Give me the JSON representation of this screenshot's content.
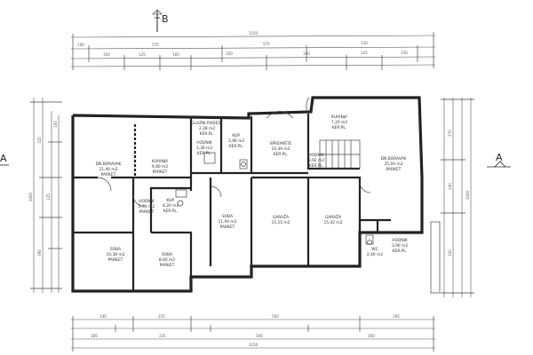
{
  "section_marks": {
    "b": "B",
    "a": "A"
  },
  "rooms": [
    {
      "id": "dnevni-left",
      "name": "DN.BORAVAK",
      "area": "21,40 m2",
      "floor": "PARKET"
    },
    {
      "id": "kuhinja-left",
      "name": "KUHINJA",
      "area": "9,80 m2",
      "floor": "PARKET"
    },
    {
      "id": "glazni-podest",
      "name": "GLAZNI PODEST",
      "area": "2,28 m2",
      "floor": "KER.PL."
    },
    {
      "id": "hodnik-top",
      "name": "HODNIK",
      "area": "3,30 m2",
      "floor": "KER.PL."
    },
    {
      "id": "kup-top",
      "name": "KUP.",
      "area": "3,96 m2",
      "floor": "KER.PL."
    },
    {
      "id": "spremiste",
      "name": "SPREMIŠTE",
      "area": "10,39 m2",
      "floor": "KER.PL."
    },
    {
      "id": "kuhinja-right",
      "name": "KUHINJA",
      "area": "7,20 m2",
      "floor": "KER.PL."
    },
    {
      "id": "hodnik-right",
      "name": "HODNIK",
      "area": "8,92 m2",
      "floor": "KER.PL."
    },
    {
      "id": "dnevni-right",
      "name": "DN.BORAVAK",
      "area": "25,04 m2",
      "floor": "PARKET"
    },
    {
      "id": "hodnik-left",
      "name": "HODNIK",
      "area": "5,90 m2",
      "floor": "PARKET"
    },
    {
      "id": "kup-left",
      "name": "KUP.",
      "area": "4,20 m2",
      "floor": "KER.PL."
    },
    {
      "id": "soba-center",
      "name": "SOBA",
      "area": "11,94 m2",
      "floor": "PARKET"
    },
    {
      "id": "garaza-1",
      "name": "GARAŽA",
      "area": "15,15 m2",
      "floor": ""
    },
    {
      "id": "garaza-2",
      "name": "GARAŽA",
      "area": "15,42 m2",
      "floor": ""
    },
    {
      "id": "soba-1",
      "name": "SOBA",
      "area": "10,38 m2",
      "floor": "PARKET"
    },
    {
      "id": "soba-2",
      "name": "SOBA",
      "area": "8,60 m2",
      "floor": "PARKET"
    },
    {
      "id": "hodnik-br",
      "name": "HODNIK",
      "area": "3,90 m2",
      "floor": "KER.PL."
    },
    {
      "id": "wc-br",
      "name": "WC",
      "area": "2,40 m2",
      "floor": ""
    }
  ],
  "dimensions": {
    "top_total": "1150",
    "top_row2": [
      "100",
      "575",
      "575",
      "110"
    ],
    "top_row3": [
      "350",
      "125",
      "165",
      "350",
      "330",
      "125",
      "150"
    ],
    "bottom_row1": [
      "330",
      "225",
      "500",
      "195"
    ],
    "bottom_row2": [
      "185",
      "235",
      "500",
      "350"
    ],
    "bottom_total": "1150",
    "left": [
      "100",
      "325",
      "125",
      "390",
      "1000"
    ],
    "right": [
      "270",
      "240",
      "320",
      "1000"
    ]
  }
}
